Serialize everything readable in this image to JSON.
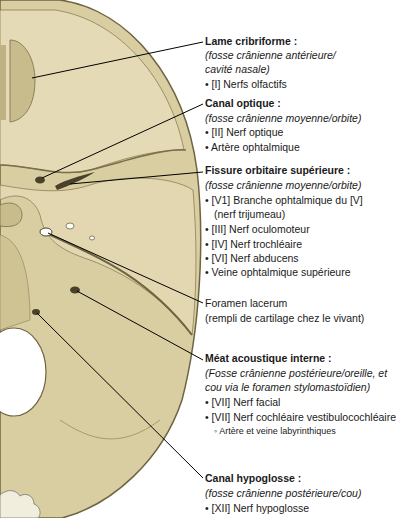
{
  "diagram": {
    "labels": [
      "Lame cribriforme :",
      "(fosse crânienne antérieure/ cavité nasale)",
      "• [I] Nerfs olfactifs",
      "Canal optique :",
      "(fosse crânienne moyenne/orbite)",
      "• [II] Nerf optique",
      "• Artère ophtalmique",
      "Fissure orbitaire supérieure :",
      "(fosse crânienne moyenne/orbite)",
      "• [V1] Branche ophtalmique du [V] (nerf trijumeau)",
      "• [III] Nerf oculomoteur",
      "• [IV] Nerf trochléaire",
      "• [VI] Nerf abducens",
      "• Veine ophtalmique supérieure",
      "Foramen lacerum",
      "(rempli de cartilage chez le vivant)",
      "Méat acoustique interne :",
      "(Fosse crânienne postérieure/oreille, et cou via le foramen stylomastoïdien)",
      "• [VII] Nerf facial",
      "• [VII] Nerf cochléaire vestibulocochléaire",
      "◦ Artère et veine labyrinthiques",
      "Canal hypoglosse :",
      "(fosse crânienne postérieure/cou)",
      "• [XII] Nerf hypoglosse"
    ]
  }
}
